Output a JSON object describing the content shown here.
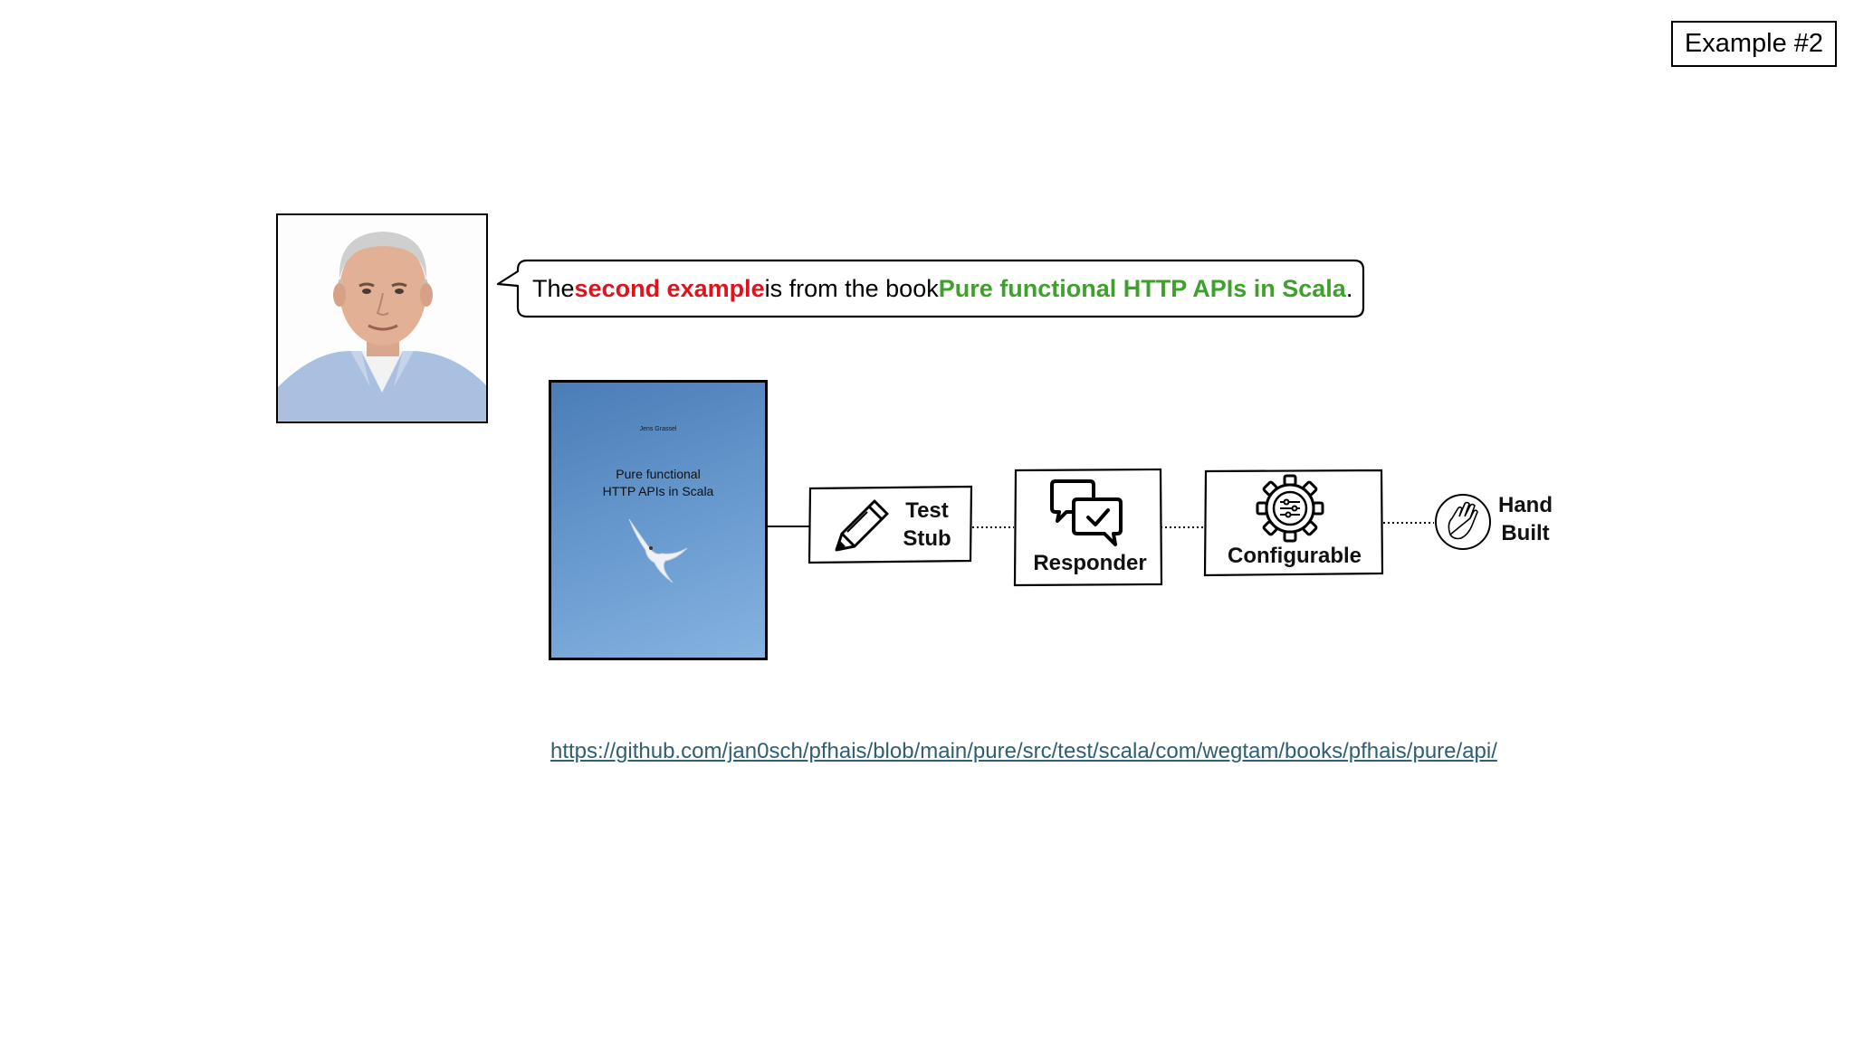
{
  "slide": {
    "tag": "Example #2",
    "bubble": {
      "part1": "The ",
      "part2": "second example",
      "part3": " is from the book ",
      "part4": "Pure functional HTTP APIs in Scala",
      "part5": "."
    },
    "book": {
      "author": "Jens Grassel",
      "title_line1": "Pure functional",
      "title_line2": "HTTP APIs in Scala"
    },
    "flow": {
      "test_stub_line1": "Test",
      "test_stub_line2": "Stub",
      "responder": "Responder",
      "configurable": "Configurable",
      "hand_line1": "Hand",
      "hand_line2": "Built"
    },
    "link": "https://github.com/jan0sch/pfhais/blob/main/pure/src/test/scala/com/wegtam/books/pfhais/pure/api/"
  },
  "colors": {
    "highlight_red": "#e0121b",
    "highlight_green": "#3fa12c",
    "link": "#2f5f73",
    "book_blue": "#5b8dc6"
  },
  "icons": [
    "pencil-icon",
    "chat-check-icon",
    "gear-sliders-icon",
    "hand-icon",
    "seagull-icon"
  ]
}
